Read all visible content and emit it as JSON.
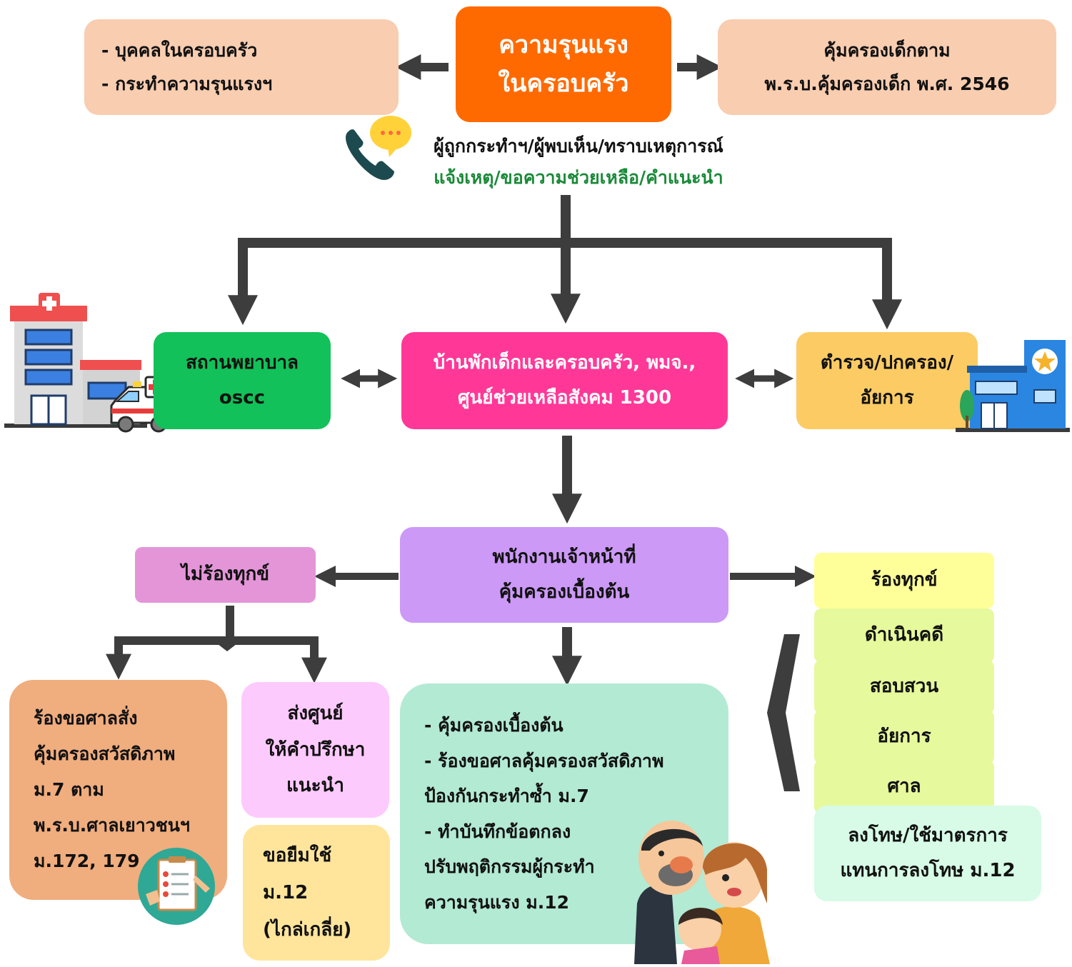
{
  "top": {
    "center": {
      "line1": "ความรุนแรง",
      "line2": "ในครอบครัว"
    },
    "left": {
      "line1": "- บุคคลในครอบครัว",
      "line2": "- กระทำความรุนแรงฯ"
    },
    "right": {
      "line1": "คุ้มครองเด็กตาม",
      "line2": "พ.ร.บ.คุ้มครองเด็ก พ.ศ. 2546"
    }
  },
  "report": {
    "line1": "ผู้ถูกกระทำฯ/ผู้พบเห็น/ทราบเหตุการณ์",
    "line2": "แจ้งเหตุ/ขอความช่วยเหลือ/คำแนะนำ"
  },
  "middle": {
    "hospital": {
      "line1": "สถานพยาบาล",
      "line2": "oscc"
    },
    "shelter": {
      "line1": "บ้านพักเด็กและครอบครัว, พมจ.,",
      "line2": "ศูนย์ช่วยเหลือสังคม 1300"
    },
    "police": {
      "line1": "ตำรวจ/ปกครอง/",
      "line2": "อัยการ"
    }
  },
  "officer": {
    "line1": "พนักงานเจ้าหน้าที่",
    "line2": "คุ้มครองเบื้องต้น"
  },
  "no_complaint": {
    "label": "ไม่ร้องทุกข์",
    "court": {
      "lines": [
        "ร้องขอศาลสั่ง",
        "คุ้มครองสวัสดิภาพ",
        "ม.7 ตาม",
        "พ.ร.บ.ศาลเยาวชนฯ",
        "ม.172, 179"
      ]
    },
    "counsel": {
      "lines": [
        "ส่งศูนย์",
        "ให้คำปรึกษา",
        "แนะนำ"
      ]
    },
    "withdraw": {
      "lines": [
        "ขอยืมใช้",
        "ม.12",
        "(ไกล่เกลี่ย)"
      ]
    }
  },
  "measures": {
    "lines": [
      "- คุ้มครองเบื้องต้น",
      "- ร้องขอศาลคุ้มครองสวัสดิภาพ",
      "ป้องกันกระทำซ้ำ ม.7",
      "- ทำบันทึกข้อตกลง",
      "ปรับพฤติกรรมผู้กระทำ",
      "ความรุนแรง ม.12"
    ]
  },
  "complaint": {
    "label": "ร้องทุกข์",
    "steps": [
      "ดำเนินคดี",
      "สอบสวน",
      "อัยการ",
      "ศาล"
    ],
    "result": {
      "line1": "ลงโทษ/ใช้มาตรการ",
      "line2": "แทนการลงโทษ ม.12"
    }
  },
  "colors": {
    "orange": "#ff6a00",
    "peach": "#f8cdb0",
    "green": "#12c159",
    "pink": "#ff3898",
    "amber": "#fccb64",
    "purple": "#cc99f7",
    "lilac": "#e495d8",
    "salmon": "#f0ad7e",
    "lightpink": "#fdcafd",
    "cream": "#ffe59c",
    "mint": "#b3ead4",
    "yellow": "#ffff99",
    "lime": "#e6f99c",
    "palemint": "#d7fbe6",
    "arrow": "#3d3d3d",
    "reportGreen": "#1b8a39"
  },
  "icons": [
    "phone-icon",
    "chat-bubble-icon",
    "hospital-icon",
    "ambulance-icon",
    "police-station-icon",
    "checklist-icon",
    "family-icon"
  ]
}
